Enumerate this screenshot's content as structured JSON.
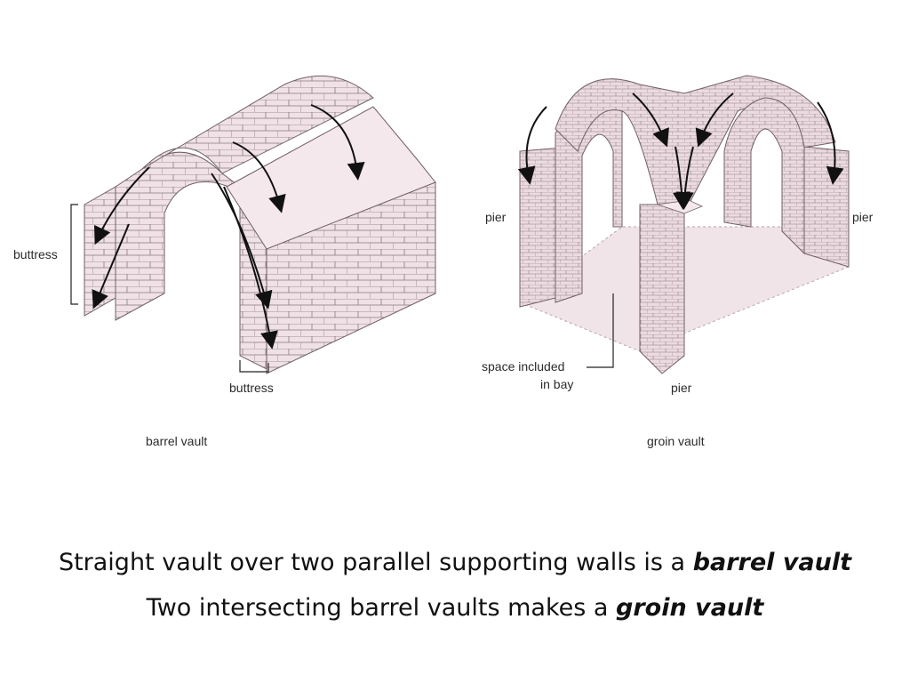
{
  "diagrams": {
    "barrel": {
      "title": "barrel vault",
      "labels": {
        "buttress_left": "buttress",
        "buttress_bottom": "buttress"
      }
    },
    "groin": {
      "title": "groin vault",
      "labels": {
        "pier_left": "pier",
        "pier_right": "pier",
        "pier_bottom": "pier",
        "space_line1": "space included",
        "space_line2": "in bay"
      }
    }
  },
  "caption": {
    "line1_prefix": "Straight vault over two parallel supporting walls is a ",
    "line1_emphasis": "barrel vault",
    "line2_prefix": "Two intersecting barrel vaults makes a ",
    "line2_emphasis": "groin vault"
  },
  "colors": {
    "masonry": "#efe1e6",
    "masonry_dark": "#ddc4cc",
    "mortar": "#8a7a80",
    "floor": "#f1e4e8"
  }
}
